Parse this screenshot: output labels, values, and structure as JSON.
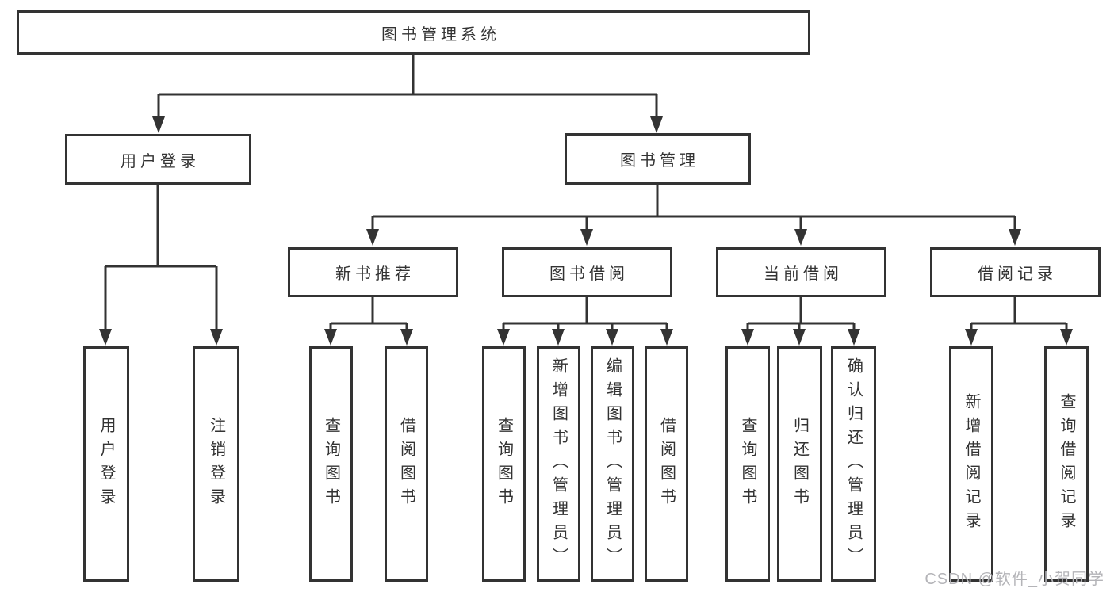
{
  "diagram": {
    "root": {
      "label": "图书管理系统"
    },
    "branches": [
      {
        "label": "用户登录",
        "leaves": [
          {
            "label": "用户登录"
          },
          {
            "label": "注销登录"
          }
        ]
      },
      {
        "label": "图书管理",
        "groups": [
          {
            "label": "新书推荐",
            "leaves": [
              {
                "label": "查询图书"
              },
              {
                "label": "借阅图书"
              }
            ]
          },
          {
            "label": "图书借阅",
            "leaves": [
              {
                "label": "查询图书"
              },
              {
                "label": "新增图书（管理员）"
              },
              {
                "label": "编辑图书（管理员）"
              },
              {
                "label": "借阅图书"
              }
            ]
          },
          {
            "label": "当前借阅",
            "leaves": [
              {
                "label": "查询图书"
              },
              {
                "label": "归还图书"
              },
              {
                "label": "确认归还（管理员）"
              }
            ]
          },
          {
            "label": "借阅记录",
            "leaves": [
              {
                "label": "新增借阅记录"
              },
              {
                "label": "查询借阅记录"
              }
            ]
          }
        ]
      }
    ]
  },
  "watermark": {
    "text": "CSDN @软件_小贺同学"
  },
  "colors": {
    "line": "#333333",
    "text": "#333333",
    "box_background": "#ffffff",
    "page_background": "#ffffff",
    "watermark": "#b4b4b8"
  }
}
